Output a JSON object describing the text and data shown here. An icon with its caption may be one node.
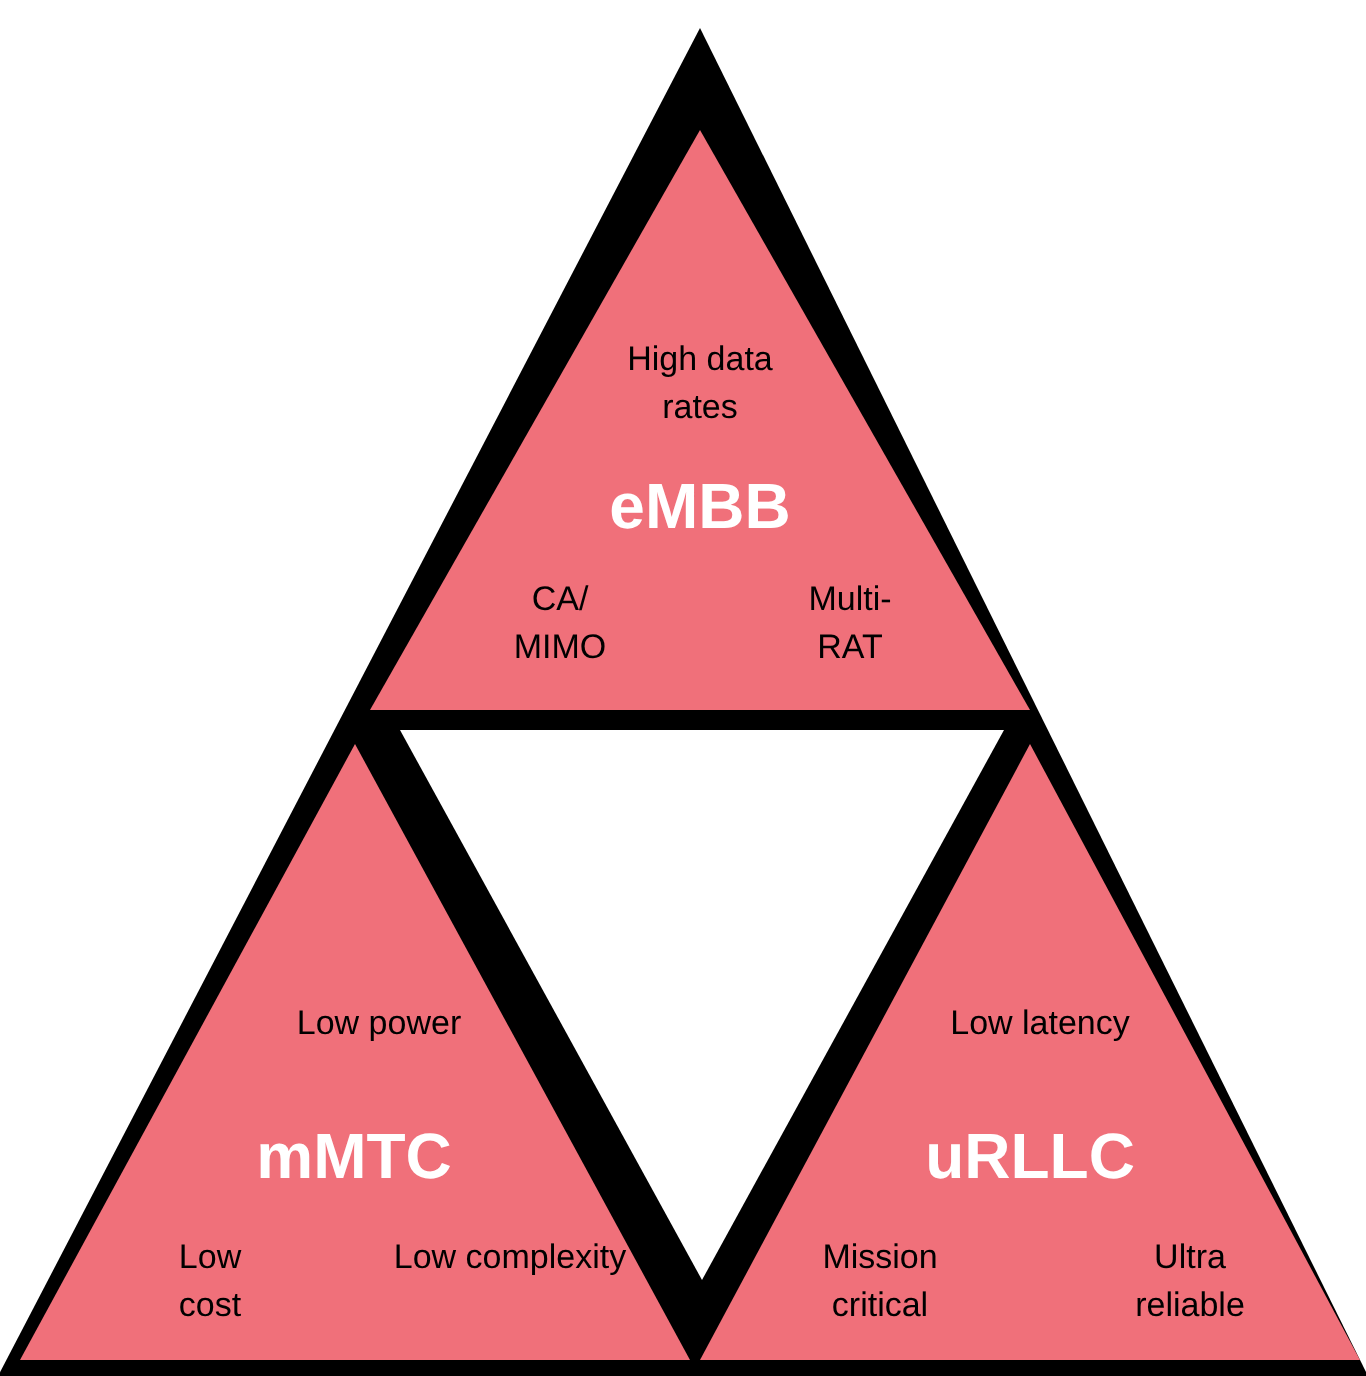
{
  "diagram": {
    "nodes": [
      {
        "text": [
          "High data rates",
          "eMBB",
          "CA/ MIMO",
          "Multi-RAT"
        ]
      },
      {
        "text": [
          "Low power",
          "mMTC",
          "Low cost",
          "Low complexity"
        ]
      },
      {
        "text": [
          "Low latency",
          "uRLLC",
          "Mission critical",
          "Ultra reliable"
        ]
      }
    ]
  }
}
